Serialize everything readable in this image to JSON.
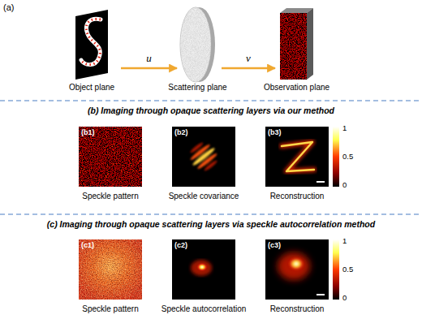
{
  "diagram": {
    "nodes": [
      {
        "text": [
          "Object plane"
        ]
      },
      {
        "text": [
          "Scattering plane"
        ]
      },
      {
        "text": [
          "Observation plane"
        ]
      },
      {
        "text": [
          "(b1)",
          "Speckle pattern"
        ]
      },
      {
        "text": [
          "(b2)",
          "Speckle covariance"
        ]
      },
      {
        "text": [
          "(b3)",
          "Reconstruction"
        ]
      },
      {
        "text": [
          "(c1)",
          "Speckle pattern"
        ]
      },
      {
        "text": [
          "(c2)",
          "Speckle autocorrelation"
        ]
      },
      {
        "text": [
          "(c3)",
          "Reconstruction"
        ]
      }
    ],
    "edges": [
      {
        "from": 0,
        "to": 1,
        "label": "u",
        "arrow": "to"
      },
      {
        "from": 1,
        "to": 2,
        "label": "v",
        "arrow": "to"
      }
    ],
    "labels": [
      "(a)",
      "(b) Imaging through opaque scattering layers via our method",
      "1",
      "0.5",
      "0",
      "(c) Imaging through opaque scattering layers via speckle autocorrelation method",
      "1",
      "0.5",
      "0"
    ]
  }
}
